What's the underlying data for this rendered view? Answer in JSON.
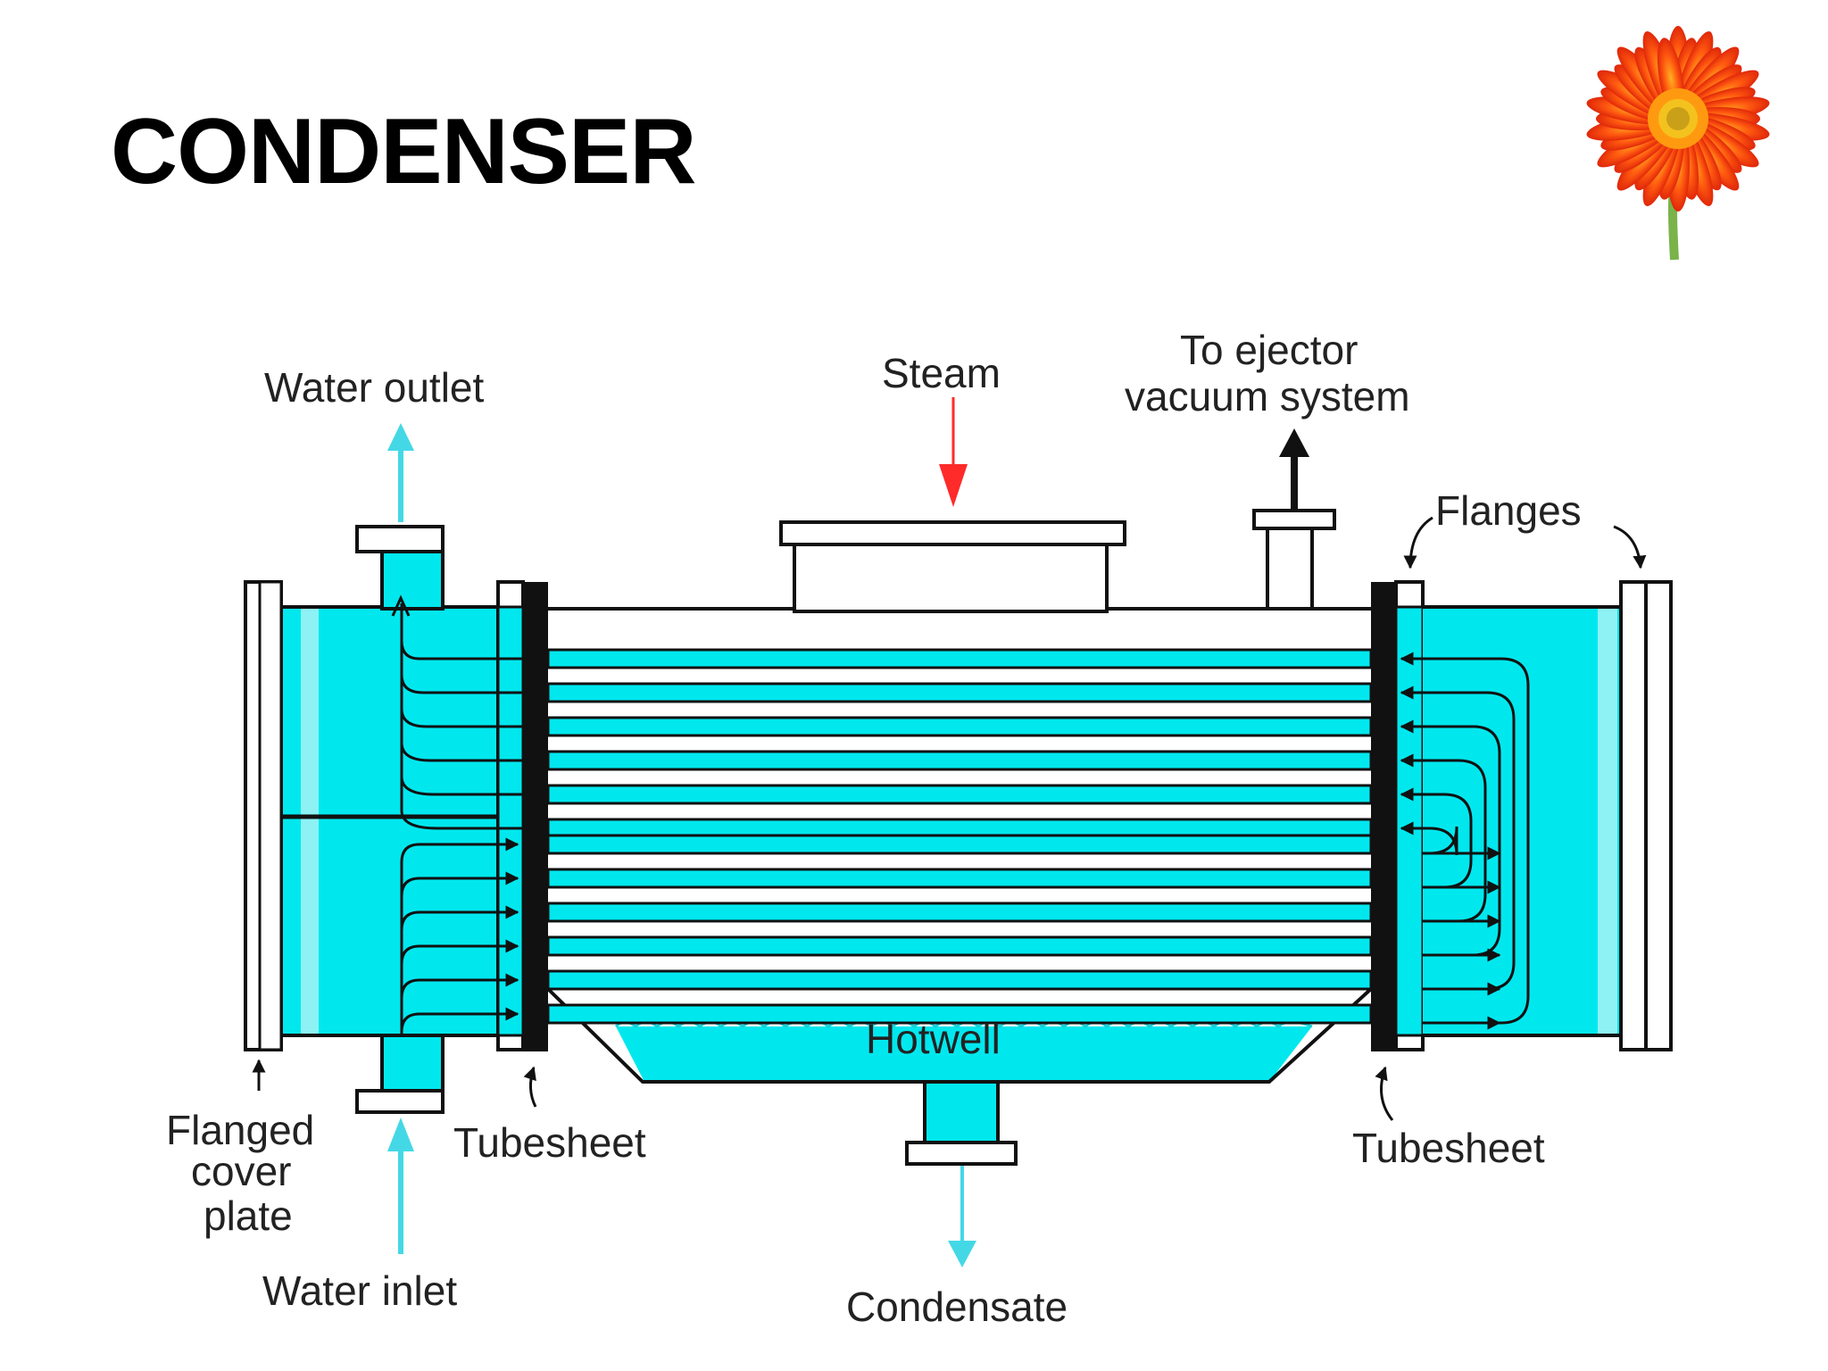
{
  "title": "CONDENSER",
  "colors": {
    "water": "#00e8ee",
    "water_light": "#a6f6f8",
    "steam_arrow": "#ff2a2a",
    "water_arrow": "#44d8e6",
    "outline": "#111111"
  },
  "icons": {
    "decoration": "gerbera-flower-icon"
  },
  "labels": {
    "water_outlet": "Water outlet",
    "steam": "Steam",
    "to_ejector_line1": "To ejector",
    "to_ejector_line2": "vacuum system",
    "flanges": "Flanges",
    "hotwell": "Hotwell",
    "flanged_line1": "Flanged",
    "flanged_line2": "cover",
    "flanged_line3": "plate",
    "tubesheet_left": "Tubesheet",
    "tubesheet_right": "Tubesheet",
    "water_inlet": "Water inlet",
    "condensate": "Condensate"
  }
}
